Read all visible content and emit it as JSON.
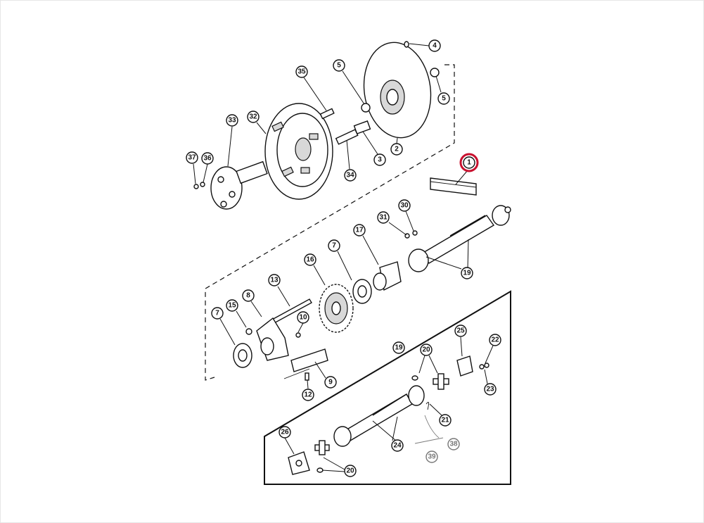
{
  "diagram": {
    "title": "",
    "highlighted_callout": "1",
    "callouts": [
      {
        "id": "c-4",
        "label": "4"
      },
      {
        "id": "c-5a",
        "label": "5"
      },
      {
        "id": "c-5b",
        "label": "5"
      },
      {
        "id": "c-35",
        "label": "35"
      },
      {
        "id": "c-33",
        "label": "33"
      },
      {
        "id": "c-32",
        "label": "32"
      },
      {
        "id": "c-37",
        "label": "37"
      },
      {
        "id": "c-36",
        "label": "36"
      },
      {
        "id": "c-34",
        "label": "34"
      },
      {
        "id": "c-3",
        "label": "3"
      },
      {
        "id": "c-2",
        "label": "2"
      },
      {
        "id": "c-1",
        "label": "1"
      },
      {
        "id": "c-30",
        "label": "30"
      },
      {
        "id": "c-31",
        "label": "31"
      },
      {
        "id": "c-17",
        "label": "17"
      },
      {
        "id": "c-7a",
        "label": "7"
      },
      {
        "id": "c-16",
        "label": "16"
      },
      {
        "id": "c-19a",
        "label": "19"
      },
      {
        "id": "c-13",
        "label": "13"
      },
      {
        "id": "c-8",
        "label": "8"
      },
      {
        "id": "c-15",
        "label": "15"
      },
      {
        "id": "c-7b",
        "label": "7"
      },
      {
        "id": "c-10",
        "label": "10"
      },
      {
        "id": "c-9",
        "label": "9"
      },
      {
        "id": "c-12",
        "label": "12"
      },
      {
        "id": "c-19b",
        "label": "19"
      },
      {
        "id": "c-20a",
        "label": "20"
      },
      {
        "id": "c-25",
        "label": "25"
      },
      {
        "id": "c-22",
        "label": "22"
      },
      {
        "id": "c-23",
        "label": "23"
      },
      {
        "id": "c-21",
        "label": "21"
      },
      {
        "id": "c-38",
        "label": "38"
      },
      {
        "id": "c-39",
        "label": "39"
      },
      {
        "id": "c-24",
        "label": "24"
      },
      {
        "id": "c-26",
        "label": "26"
      },
      {
        "id": "c-20b",
        "label": "20"
      }
    ]
  }
}
